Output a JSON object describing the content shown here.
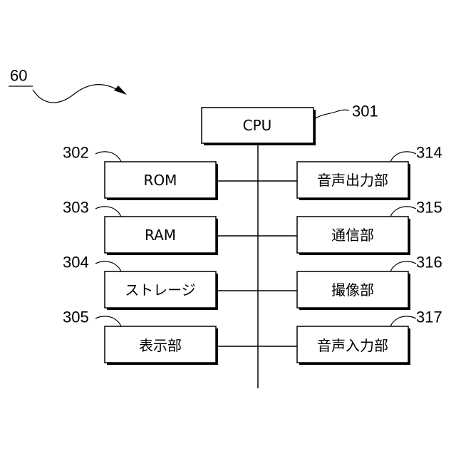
{
  "figure_ref": "60",
  "cpu": {
    "label": "CPU",
    "ref": "301"
  },
  "left_blocks": [
    {
      "label": "ROM",
      "ref": "302"
    },
    {
      "label": "RAM",
      "ref": "303"
    },
    {
      "label": "ストレージ",
      "ref": "304"
    },
    {
      "label": "表示部",
      "ref": "305"
    }
  ],
  "right_blocks": [
    {
      "label": "音声出力部",
      "ref": "314"
    },
    {
      "label": "通信部",
      "ref": "315"
    },
    {
      "label": "撮像部",
      "ref": "316"
    },
    {
      "label": "音声入力部",
      "ref": "317"
    }
  ]
}
